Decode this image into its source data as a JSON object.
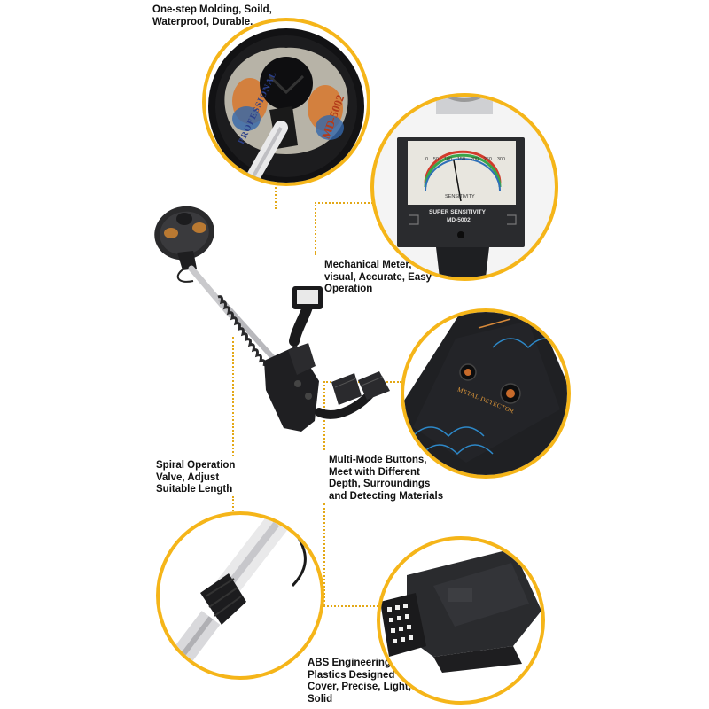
{
  "features": {
    "coil": {
      "lines": [
        "One-step Molding, Soild,",
        "Waterproof, Durable."
      ]
    },
    "meter": {
      "lines": [
        "Mechanical Meter,",
        "visual, Accurate, Easy",
        "Operation"
      ]
    },
    "spiral": {
      "lines": [
        "Spiral Operation",
        "Valve, Adjust",
        "Suitable Length"
      ]
    },
    "buttons": {
      "lines": [
        "Multi-Mode Buttons,",
        "Meet with Different",
        "Depth, Surroundings",
        "and Detecting Materials"
      ]
    },
    "abs": {
      "lines": [
        "ABS Engineering",
        "Plastics Designed",
        "Cover, Precise, Light,",
        "Solid"
      ]
    }
  },
  "product": {
    "coil_brand": "PROFESSIONAL",
    "coil_model": "MD-5002",
    "meter_scale": [
      "0",
      "50",
      "100",
      "150",
      "200",
      "250",
      "300"
    ],
    "meter_scale_label": "SENSITIVITY",
    "meter_panel_text": "SUPER SENSITIVITY",
    "meter_panel_model": "MD-5002",
    "control_label": "METAL DETECTOR"
  },
  "colors": {
    "accent": "#f5b519"
  }
}
